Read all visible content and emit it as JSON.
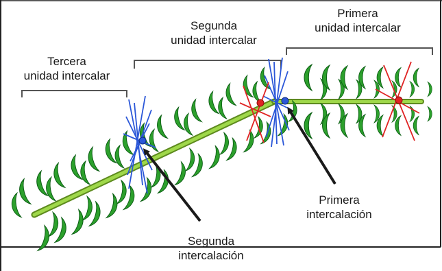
{
  "labels": {
    "primera_unidad": [
      "Primera",
      "unidad intercalar"
    ],
    "segunda_unidad": [
      "Segunda",
      "unidad intercalar"
    ],
    "tercera_unidad": [
      "Tercera",
      "unidad intercalar"
    ],
    "primera_intercalacion": [
      "Primera",
      "intercalación"
    ],
    "segunda_intercalacion": [
      "Segunda",
      "intercalación"
    ]
  },
  "colors": {
    "stem": "#8ac640",
    "stem_dark": "#5d8a1e",
    "leaf_fill": "#2ca02c",
    "leaf_light": "#7ddc3a",
    "leaf_outline": "#0e5f16",
    "blue_marker": "#2b57d8",
    "red_marker": "#e02424",
    "arrow": "#1a1a1a",
    "bracket": "#555555"
  }
}
